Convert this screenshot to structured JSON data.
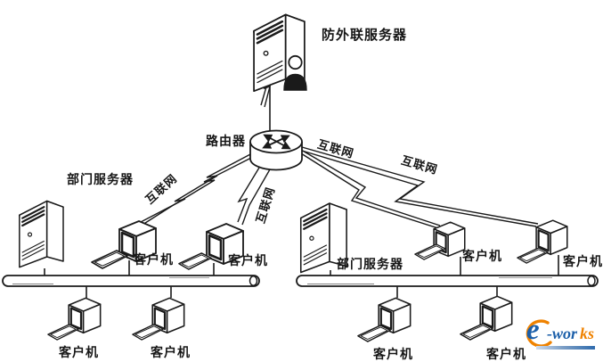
{
  "diagram": {
    "nodes": {
      "external_isolation_server": {
        "label": "防外联服务器"
      },
      "router": {
        "label": "路由器"
      },
      "left_department_server": {
        "label": "部门服务器"
      },
      "right_department_server": {
        "label": "部门服务器"
      },
      "clients": [
        "客户机",
        "客户机",
        "客户机",
        "客户机",
        "客户机",
        "客户机",
        "客户机",
        "客户机"
      ]
    },
    "links": {
      "internet_labels": [
        "互联网",
        "互联网",
        "互联网",
        "互联网"
      ]
    },
    "icons": {
      "server": "server-tower",
      "router": "router-cylinder-arrows",
      "client": "crt-monitor",
      "keyboard": "keyboard",
      "internet_link": "lightning-bolt",
      "network_bus": "bus-pipe",
      "admin": "person"
    }
  },
  "watermark": {
    "e": "e",
    "wor": "-wor",
    "ks": "ks"
  },
  "colors": {
    "line": "#1a1a1a",
    "background": "#ffffff",
    "logo_blue": "#1c5fa9",
    "logo_orange": "#ef8200"
  }
}
